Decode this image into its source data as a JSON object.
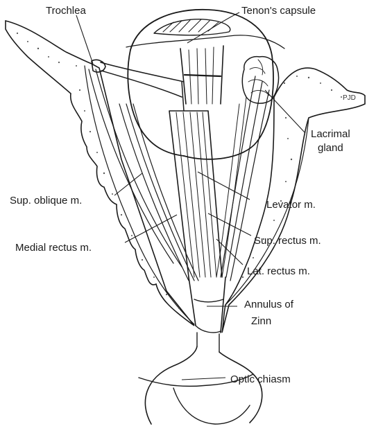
{
  "labels": {
    "trochlea": "Trochlea",
    "tenons_capsule": "Tenon's capsule",
    "lacrimal_gland_1": "Lacrimal",
    "lacrimal_gland_2": "gland",
    "sup_oblique": "Sup. oblique m.",
    "levator": "Levator m.",
    "medial_rectus": "Medial rectus m.",
    "sup_rectus": "Sup. rectus m.",
    "lat_rectus": "Lat. rectus m.",
    "annulus_1": "Annulus of",
    "annulus_2": "Zinn",
    "optic_chiasm": "Optic chiasm"
  },
  "signature": "PJD",
  "colors": {
    "ink": "#1a1a1a",
    "background": "#ffffff",
    "stipple": "#555555"
  }
}
